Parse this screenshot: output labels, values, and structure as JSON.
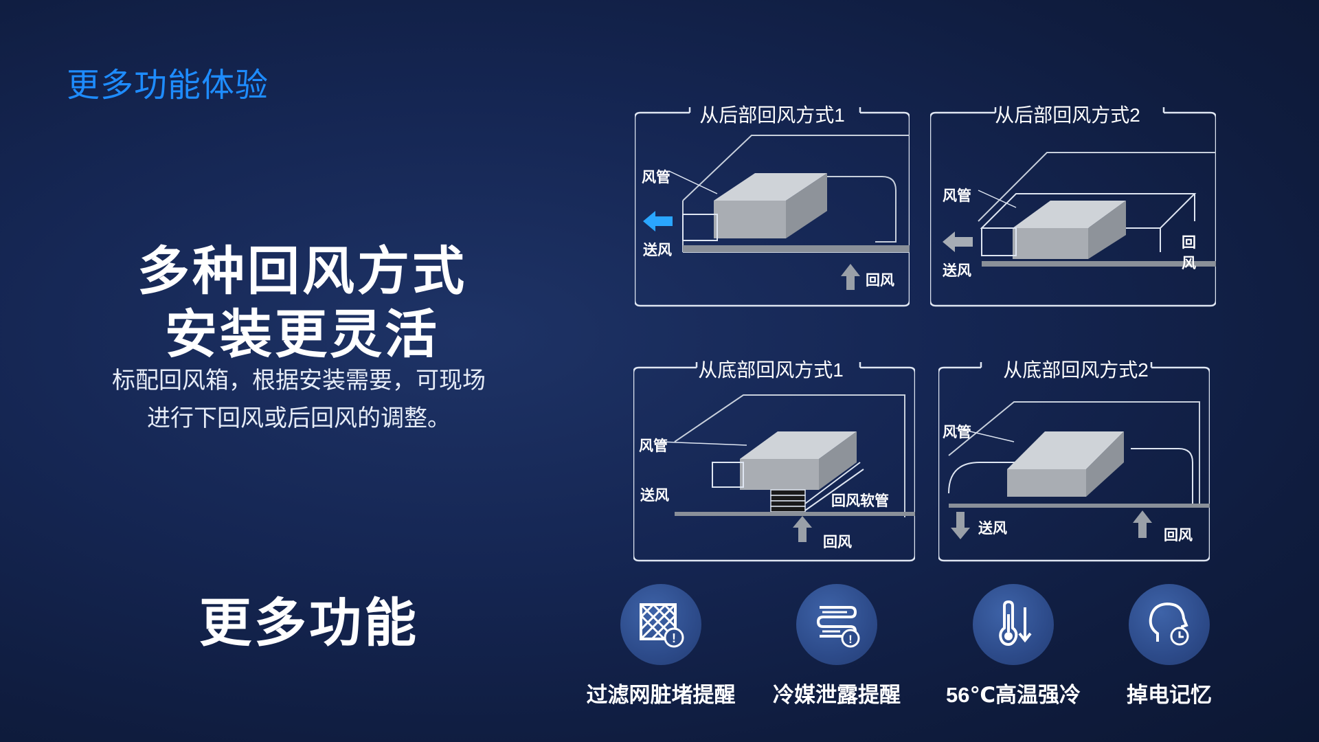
{
  "header": {
    "title": "更多功能体验"
  },
  "headline": {
    "line1": "多种回风方式",
    "line2": "安装更灵活"
  },
  "description": {
    "line1": "标配回风箱，根据安装需要，可现场",
    "line2": "进行下回风或后回风的调整。"
  },
  "more_section": {
    "title": "更多功能"
  },
  "panels": [
    {
      "title": "从后部回风方式1",
      "labels": {
        "duct": "风管",
        "supply": "送风",
        "return": "回风"
      }
    },
    {
      "title": "从后部回风方式2",
      "labels": {
        "duct": "风管",
        "supply": "送风",
        "return": "回风"
      }
    },
    {
      "title": "从底部回风方式1",
      "labels": {
        "duct": "风管",
        "supply": "送风",
        "return": "回风",
        "hose": "回风软管"
      }
    },
    {
      "title": "从底部回风方式2",
      "labels": {
        "duct": "风管",
        "supply": "送风",
        "return": "回风"
      }
    }
  ],
  "features": [
    {
      "label": "过滤网脏堵提醒",
      "icon": "filter-alert-icon"
    },
    {
      "label": "冷媒泄露提醒",
      "icon": "refrigerant-leak-icon"
    },
    {
      "label": "56℃高温强冷",
      "icon": "thermometer-icon"
    },
    {
      "label": "掉电记忆",
      "icon": "memory-clock-icon"
    }
  ],
  "colors": {
    "accent": "#1e8cff",
    "background": "#152653",
    "feature_circle": "#2d4b8a"
  }
}
